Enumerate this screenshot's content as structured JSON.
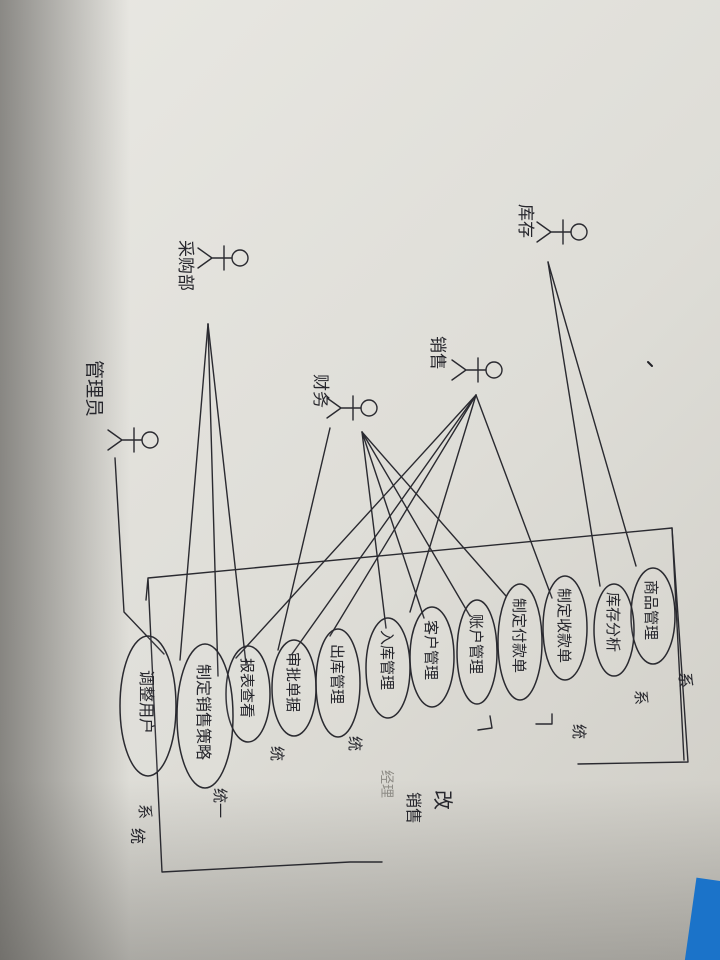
{
  "actors": [
    {
      "id": "a1",
      "label": "库存"
    },
    {
      "id": "a2",
      "label": "销售"
    },
    {
      "id": "a3",
      "label": "采购部"
    },
    {
      "id": "a4",
      "label": "财务"
    },
    {
      "id": "a5",
      "label": "管理员"
    }
  ],
  "use_cases": [
    {
      "id": "u1",
      "label": "商品管理"
    },
    {
      "id": "u2",
      "label": "库存分析"
    },
    {
      "id": "u3",
      "label": "制定收款单"
    },
    {
      "id": "u4",
      "label": "制定付款单"
    },
    {
      "id": "u5",
      "label": "账户管理"
    },
    {
      "id": "u6",
      "label": "客户管理"
    },
    {
      "id": "u7",
      "label": "入库管理"
    },
    {
      "id": "u8",
      "label": "出库管理"
    },
    {
      "id": "u9",
      "label": "审批单据"
    },
    {
      "id": "u10",
      "label": "报表查看"
    },
    {
      "id": "u11",
      "label": "制定销售策略"
    },
    {
      "id": "u12",
      "label": "调整用户"
    }
  ],
  "annotations": [
    {
      "id": "n1",
      "text": "系"
    },
    {
      "id": "n2",
      "text": "系"
    },
    {
      "id": "n3",
      "text": "统"
    },
    {
      "id": "n4",
      "text": "统"
    },
    {
      "id": "n5",
      "text": "统"
    },
    {
      "id": "n6",
      "text": "系"
    },
    {
      "id": "n7",
      "text": "统"
    },
    {
      "id": "n8",
      "text": "统一"
    },
    {
      "id": "n9",
      "text": "改"
    },
    {
      "id": "n10",
      "text": "销售"
    },
    {
      "id": "n11",
      "text": "经理"
    }
  ]
}
